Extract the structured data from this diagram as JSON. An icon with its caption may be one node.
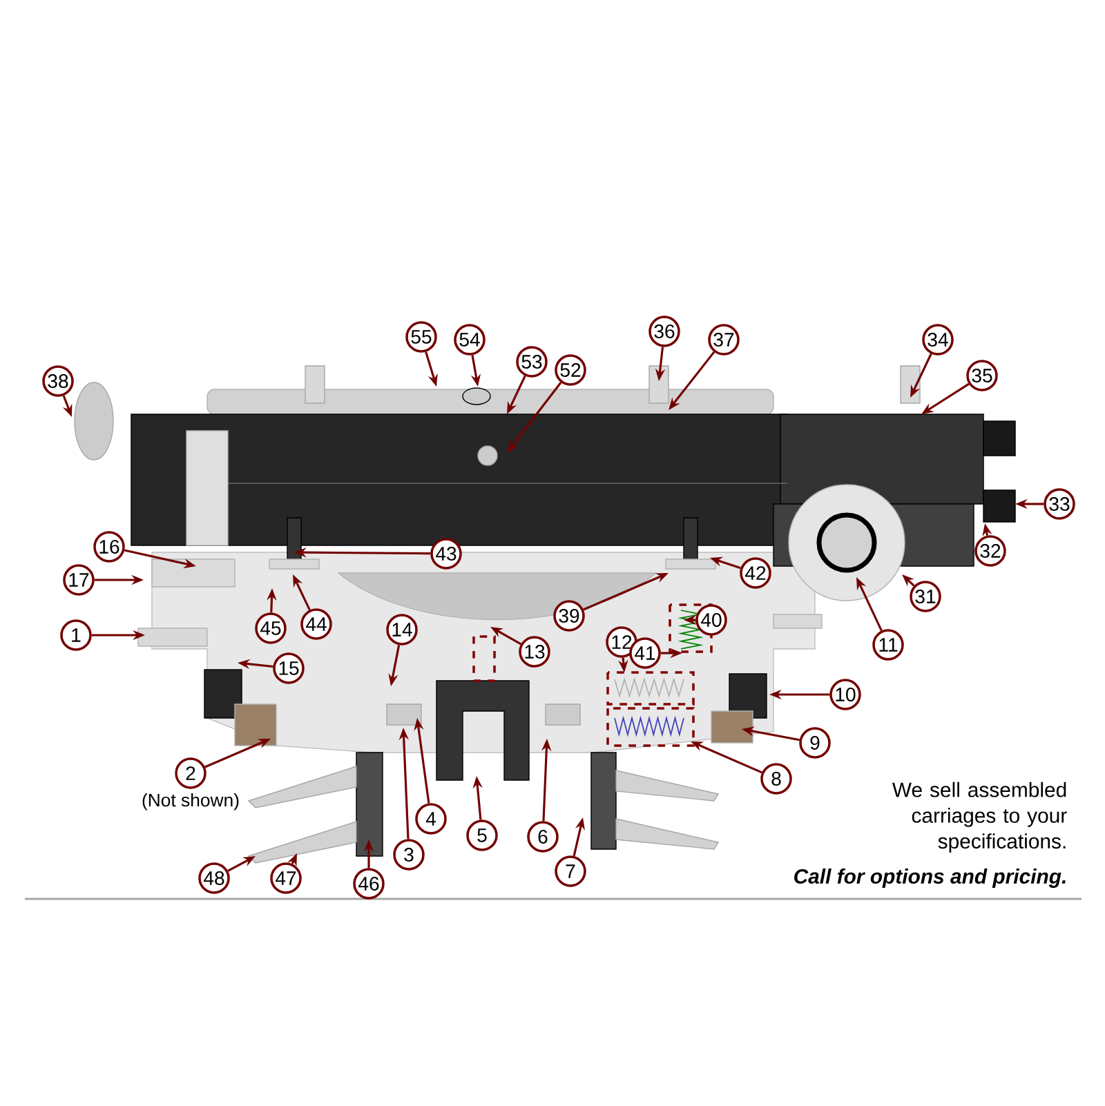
{
  "diagram": {
    "nodes": [
      {
        "text": [
          "1"
        ]
      },
      {
        "text": [
          "2"
        ],
        "beside": [
          "(Not shown)"
        ]
      },
      {
        "text": [
          "3"
        ]
      },
      {
        "text": [
          "4"
        ]
      },
      {
        "text": [
          "5"
        ]
      },
      {
        "text": [
          "6"
        ]
      },
      {
        "text": [
          "7"
        ]
      },
      {
        "text": [
          "8"
        ]
      },
      {
        "text": [
          "9"
        ]
      },
      {
        "text": [
          "10"
        ]
      },
      {
        "text": [
          "11"
        ]
      },
      {
        "text": [
          "12"
        ]
      },
      {
        "text": [
          "13"
        ]
      },
      {
        "text": [
          "14"
        ]
      },
      {
        "text": [
          "15"
        ]
      },
      {
        "text": [
          "16"
        ]
      },
      {
        "text": [
          "17"
        ]
      },
      {
        "text": [
          "31"
        ]
      },
      {
        "text": [
          "32"
        ]
      },
      {
        "text": [
          "33"
        ]
      },
      {
        "text": [
          "34"
        ]
      },
      {
        "text": [
          "35"
        ]
      },
      {
        "text": [
          "36"
        ]
      },
      {
        "text": [
          "37"
        ]
      },
      {
        "text": [
          "38"
        ]
      },
      {
        "text": [
          "39"
        ]
      },
      {
        "text": [
          "40"
        ]
      },
      {
        "text": [
          "41"
        ]
      },
      {
        "text": [
          "42"
        ]
      },
      {
        "text": [
          "43"
        ]
      },
      {
        "text": [
          "44"
        ]
      },
      {
        "text": [
          "45"
        ]
      },
      {
        "text": [
          "46"
        ]
      },
      {
        "text": [
          "47"
        ]
      },
      {
        "text": [
          "48"
        ]
      },
      {
        "text": [
          "52"
        ]
      },
      {
        "text": [
          "53"
        ]
      },
      {
        "text": [
          "54"
        ]
      },
      {
        "text": [
          "55"
        ]
      }
    ],
    "edges": [
      {
        "from": 0,
        "to": null,
        "arrow": "to"
      },
      {
        "from": 1,
        "to": null,
        "arrow": "to"
      },
      {
        "from": 2,
        "to": null,
        "arrow": "to"
      },
      {
        "from": 3,
        "to": null,
        "arrow": "to"
      },
      {
        "from": 4,
        "to": null,
        "arrow": "to"
      },
      {
        "from": 5,
        "to": null,
        "arrow": "to"
      },
      {
        "from": 6,
        "to": null,
        "arrow": "to"
      },
      {
        "from": 7,
        "to": null,
        "arrow": "to"
      },
      {
        "from": 8,
        "to": null,
        "arrow": "to"
      },
      {
        "from": 9,
        "to": null,
        "arrow": "to"
      },
      {
        "from": 10,
        "to": null,
        "arrow": "to"
      },
      {
        "from": 11,
        "to": null,
        "arrow": "to"
      },
      {
        "from": 12,
        "to": null,
        "arrow": "to"
      },
      {
        "from": 13,
        "to": null,
        "arrow": "to"
      },
      {
        "from": 14,
        "to": null,
        "arrow": "to"
      },
      {
        "from": 15,
        "to": null,
        "arrow": "to"
      },
      {
        "from": 16,
        "to": null,
        "arrow": "to"
      },
      {
        "from": 17,
        "to": null,
        "arrow": "to"
      },
      {
        "from": 18,
        "to": null,
        "arrow": "to"
      },
      {
        "from": 19,
        "to": null,
        "arrow": "to"
      },
      {
        "from": 20,
        "to": null,
        "arrow": "to"
      },
      {
        "from": 21,
        "to": null,
        "arrow": "to"
      },
      {
        "from": 22,
        "to": null,
        "arrow": "to"
      },
      {
        "from": 23,
        "to": null,
        "arrow": "to"
      },
      {
        "from": 24,
        "to": null,
        "arrow": "to"
      },
      {
        "from": 25,
        "to": null,
        "arrow": "to"
      },
      {
        "from": 26,
        "to": null,
        "arrow": "to"
      },
      {
        "from": 27,
        "to": null,
        "arrow": "to"
      },
      {
        "from": 28,
        "to": null,
        "arrow": "to"
      },
      {
        "from": 29,
        "to": null,
        "arrow": "to"
      },
      {
        "from": 30,
        "to": null,
        "arrow": "to"
      },
      {
        "from": 31,
        "to": null,
        "arrow": "to"
      },
      {
        "from": 32,
        "to": null,
        "arrow": "to"
      },
      {
        "from": 33,
        "to": null,
        "arrow": "to"
      },
      {
        "from": 34,
        "to": null,
        "arrow": "to"
      },
      {
        "from": 35,
        "to": null,
        "arrow": "to"
      },
      {
        "from": 36,
        "to": null,
        "arrow": "to"
      },
      {
        "from": 37,
        "to": null,
        "arrow": "to"
      },
      {
        "from": 38,
        "to": null,
        "arrow": "to"
      }
    ],
    "labels": [
      "We sell assembled carriages to your specifications.",
      "Call for options and pricing."
    ]
  }
}
